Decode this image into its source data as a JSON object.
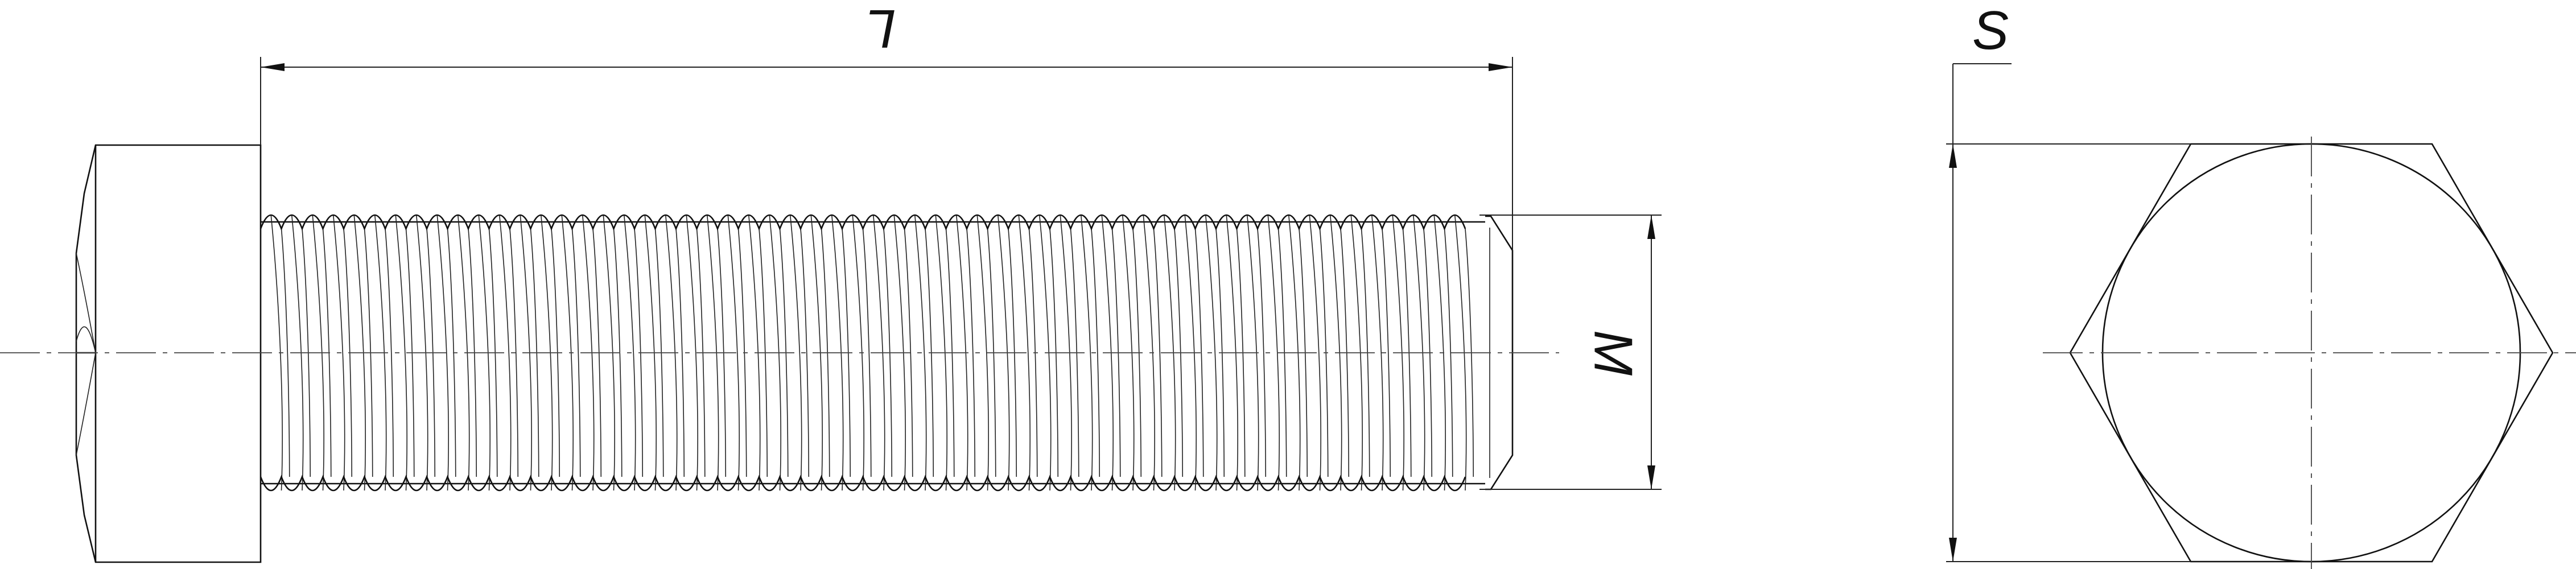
{
  "drawing": {
    "labels": {
      "length": "L",
      "thread": "M",
      "across_flats": "S"
    }
  }
}
